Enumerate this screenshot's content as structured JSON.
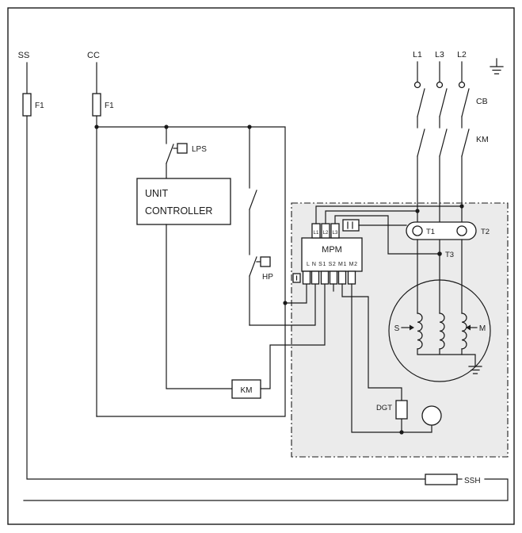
{
  "labels": {
    "ss": "SS",
    "cc": "CC",
    "f1_ss": "F1",
    "f1_cc": "F1",
    "lps": "LPS",
    "unit_controller_line1": "UNIT",
    "unit_controller_line2": "CONTROLLER",
    "hp": "HP",
    "km_coil": "KM",
    "mpm": "MPM",
    "mpm_bottom_row": "L N S1 S2 M1 M2",
    "mpm_top_terminals": [
      "L1",
      "L2",
      "L3"
    ],
    "supply_lines": [
      "L1",
      "L3",
      "L2"
    ],
    "cb": "CB",
    "km_contactor": "KM",
    "t1": "T1",
    "t2": "T2",
    "t3": "T3",
    "s_winding": "S",
    "m_winding": "M",
    "dgt": "DGT",
    "ssh": "SSH"
  },
  "colors": {
    "wire": "#1a1a1a",
    "enclosure_fill": "#ebebeb",
    "paper": "#ffffff"
  }
}
